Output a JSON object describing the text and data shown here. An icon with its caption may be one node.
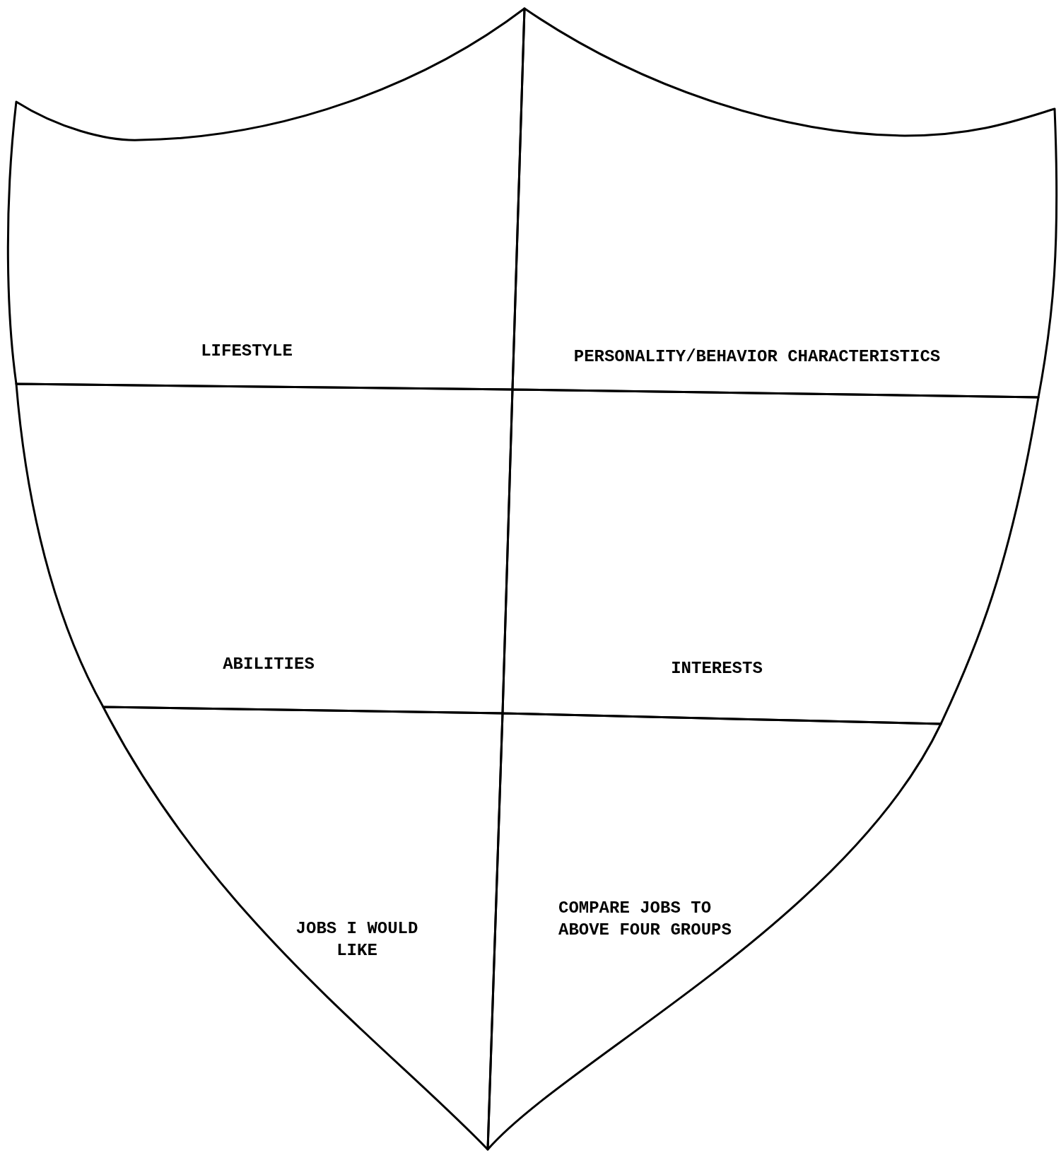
{
  "diagram": {
    "nodes": [
      {
        "text": [
          "LIFESTYLE"
        ]
      },
      {
        "text": [
          "PERSONALITY/BEHAVIOR CHARACTERISTICS"
        ]
      },
      {
        "text": [
          "ABILITIES"
        ]
      },
      {
        "text": [
          "INTERESTS"
        ]
      },
      {
        "text": [
          "JOBS I WOULD LIKE"
        ]
      },
      {
        "text": [
          "COMPARE JOBS TO ABOVE FOUR GROUPS"
        ]
      }
    ]
  }
}
